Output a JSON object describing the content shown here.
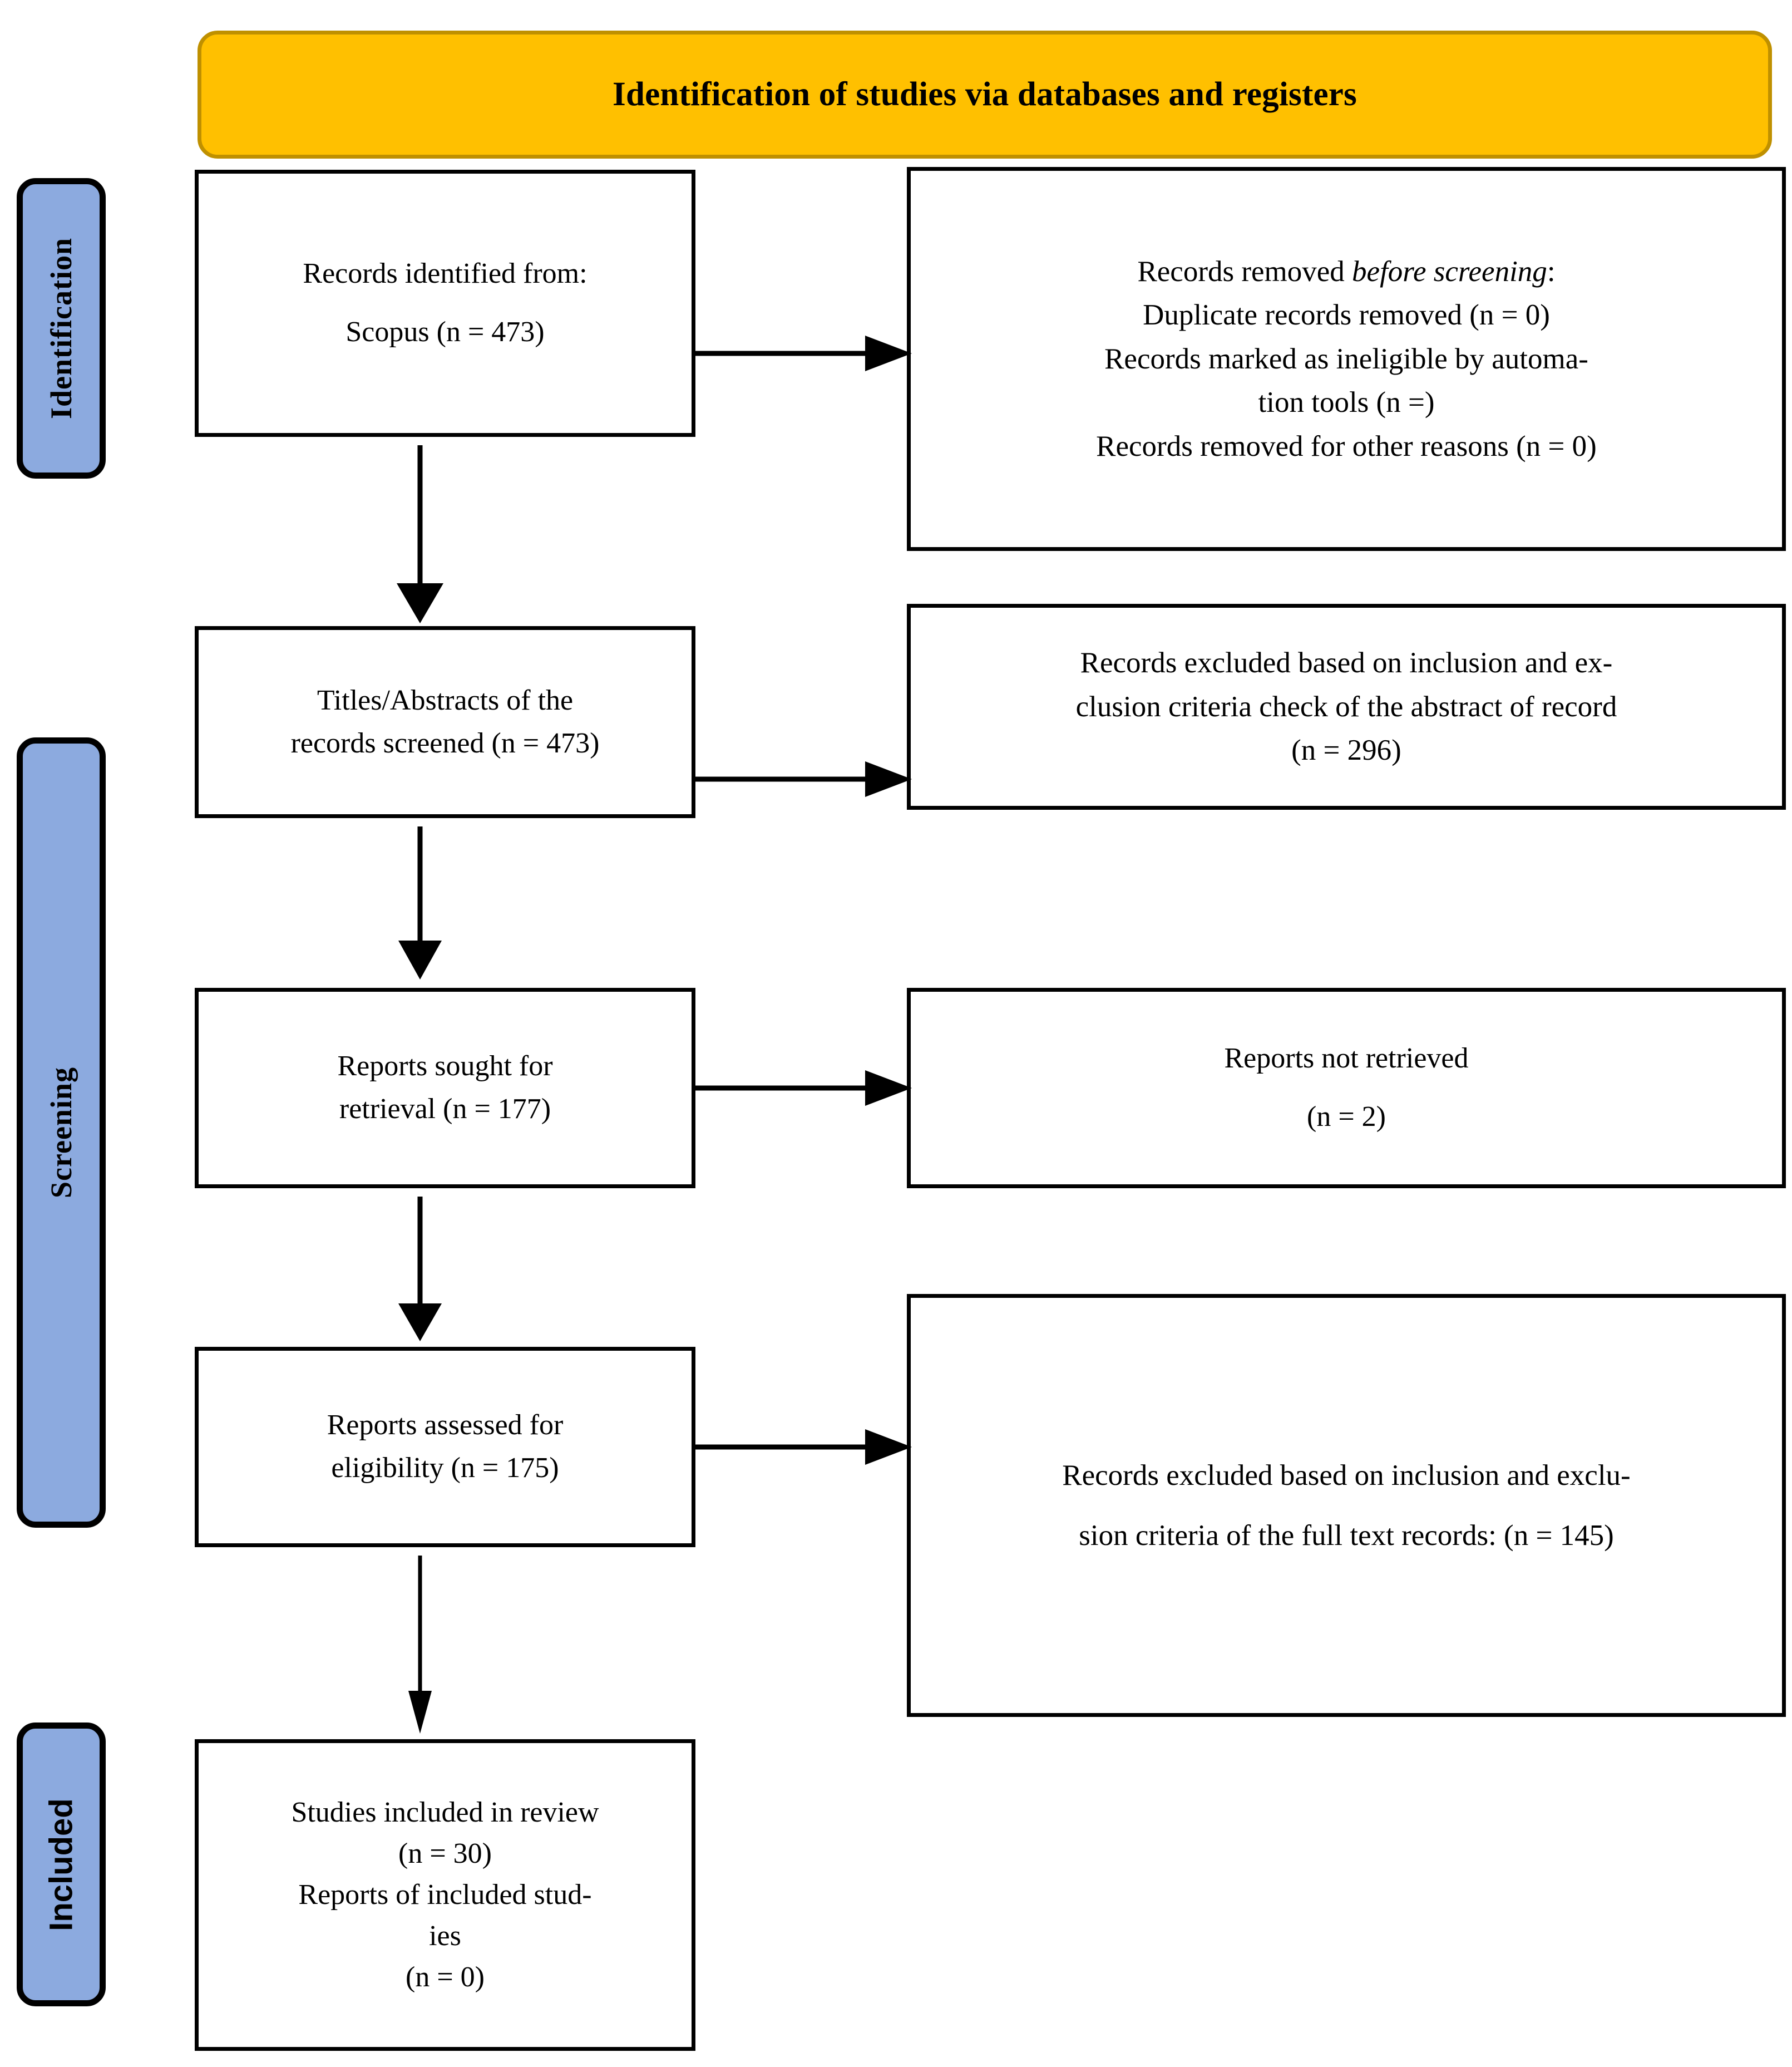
{
  "header": {
    "title": "Identification of studies via databases and registers",
    "background_color": "#FFC000",
    "border_color": "#BF9000"
  },
  "phases": {
    "rail_color": "#8CAADF",
    "items": [
      {
        "id": "identification",
        "label": "Identification"
      },
      {
        "id": "screening",
        "label": "Screening"
      },
      {
        "id": "included",
        "label": "Included"
      }
    ]
  },
  "boxes": {
    "identified": {
      "line1": "Records identified from:",
      "line2": "Scopus (n = 473)"
    },
    "removed_before": {
      "line1_pre": "Records removed ",
      "line1_em": "before screening",
      "line1_post": ":",
      "line2": "Duplicate records removed (n = 0)",
      "line3": "Records marked as ineligible by automa-",
      "line4": "tion tools (n =)",
      "line5": "Records removed for other reasons (n = 0)"
    },
    "screened": {
      "line1": "Titles/Abstracts of the",
      "line2": "records screened (n = 473)"
    },
    "excluded_abstract": {
      "line1": "Records excluded based on inclusion and ex-",
      "line2": "clusion criteria check of the abstract of record",
      "line3": "(n = 296)"
    },
    "sought": {
      "line1": "Reports sought for",
      "line2": "retrieval (n = 177)"
    },
    "not_retrieved": {
      "line1": "Reports not retrieved",
      "line2": "(n = 2)"
    },
    "assessed": {
      "line1": "Reports assessed for",
      "line2": "eligibility (n = 175)"
    },
    "excluded_fulltext": {
      "line1": "Records excluded based on inclusion and exclu-",
      "line2": "sion criteria of the full text records: (n = 145)"
    },
    "included": {
      "line1": "Studies included in review",
      "line2": "(n = 30)",
      "line3": "Reports of included stud-",
      "line4": "ies",
      "line5": "(n = 0)"
    }
  },
  "chart_data": {
    "type": "diagram",
    "diagram_kind": "prisma-flow",
    "title": "Identification of studies via databases and registers",
    "nodes": [
      {
        "id": "identified",
        "phase": "Identification",
        "column": "left",
        "n": 473,
        "text": "Records identified from: Scopus (n = 473)"
      },
      {
        "id": "removed_before",
        "phase": "Identification",
        "column": "right",
        "n": 0,
        "text": "Records removed before screening: Duplicate records removed (n = 0); Records marked as ineligible by automation tools (n =); Records removed for other reasons (n = 0)"
      },
      {
        "id": "screened",
        "phase": "Screening",
        "column": "left",
        "n": 473,
        "text": "Titles/Abstracts of the records screened (n = 473)"
      },
      {
        "id": "excluded_abstract",
        "phase": "Screening",
        "column": "right",
        "n": 296,
        "text": "Records excluded based on inclusion and exclusion criteria check of the abstract of record (n = 296)"
      },
      {
        "id": "sought",
        "phase": "Screening",
        "column": "left",
        "n": 177,
        "text": "Reports sought for retrieval (n = 177)"
      },
      {
        "id": "not_retrieved",
        "phase": "Screening",
        "column": "right",
        "n": 2,
        "text": "Reports not retrieved (n = 2)"
      },
      {
        "id": "assessed",
        "phase": "Screening",
        "column": "left",
        "n": 175,
        "text": "Reports assessed for eligibility (n = 175)"
      },
      {
        "id": "excluded_fulltext",
        "phase": "Screening",
        "column": "right",
        "n": 145,
        "text": "Records excluded based on inclusion and exclusion criteria of the full text records: (n = 145)"
      },
      {
        "id": "included",
        "phase": "Included",
        "column": "left",
        "n": 30,
        "text": "Studies included in review (n = 30); Reports of included studies (n = 0)"
      }
    ],
    "edges": [
      {
        "from": "identified",
        "to": "removed_before",
        "direction": "right"
      },
      {
        "from": "identified",
        "to": "screened",
        "direction": "down"
      },
      {
        "from": "screened",
        "to": "excluded_abstract",
        "direction": "right"
      },
      {
        "from": "screened",
        "to": "sought",
        "direction": "down"
      },
      {
        "from": "sought",
        "to": "not_retrieved",
        "direction": "right"
      },
      {
        "from": "sought",
        "to": "assessed",
        "direction": "down"
      },
      {
        "from": "assessed",
        "to": "excluded_fulltext",
        "direction": "right"
      },
      {
        "from": "assessed",
        "to": "included",
        "direction": "down"
      }
    ]
  }
}
